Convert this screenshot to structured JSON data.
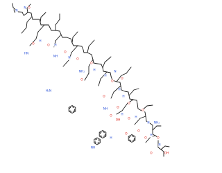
{
  "labels": {
    "o": "O",
    "n": "N",
    "nh": "NH",
    "hn": "HN",
    "h": "H",
    "nh2": "NH₂",
    "h2n": "H₂N",
    "oh": "OH",
    "ho": "HO"
  },
  "colors": {
    "carbon_bond": "#1a1a1a",
    "oxygen": "#e0281e",
    "nitrogen": "#2850d8",
    "background": "#ffffff"
  }
}
